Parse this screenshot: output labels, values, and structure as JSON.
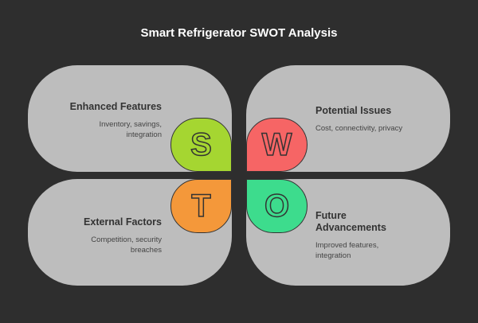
{
  "title": "Smart Refrigerator SWOT Analysis",
  "quadrants": [
    {
      "letter": "S",
      "heading": "Enhanced Features",
      "text": "Inventory, savings, integration",
      "color": "#a5d631"
    },
    {
      "letter": "W",
      "heading": "Potential Issues",
      "text": "Cost, connectivity, privacy",
      "color": "#f66565"
    },
    {
      "letter": "T",
      "heading": "External Factors",
      "text": "Competition, security breaches",
      "color": "#f4983a"
    },
    {
      "letter": "O",
      "heading": "Future Advancements",
      "text": "Improved features, integration",
      "color": "#3ddc8d"
    }
  ]
}
